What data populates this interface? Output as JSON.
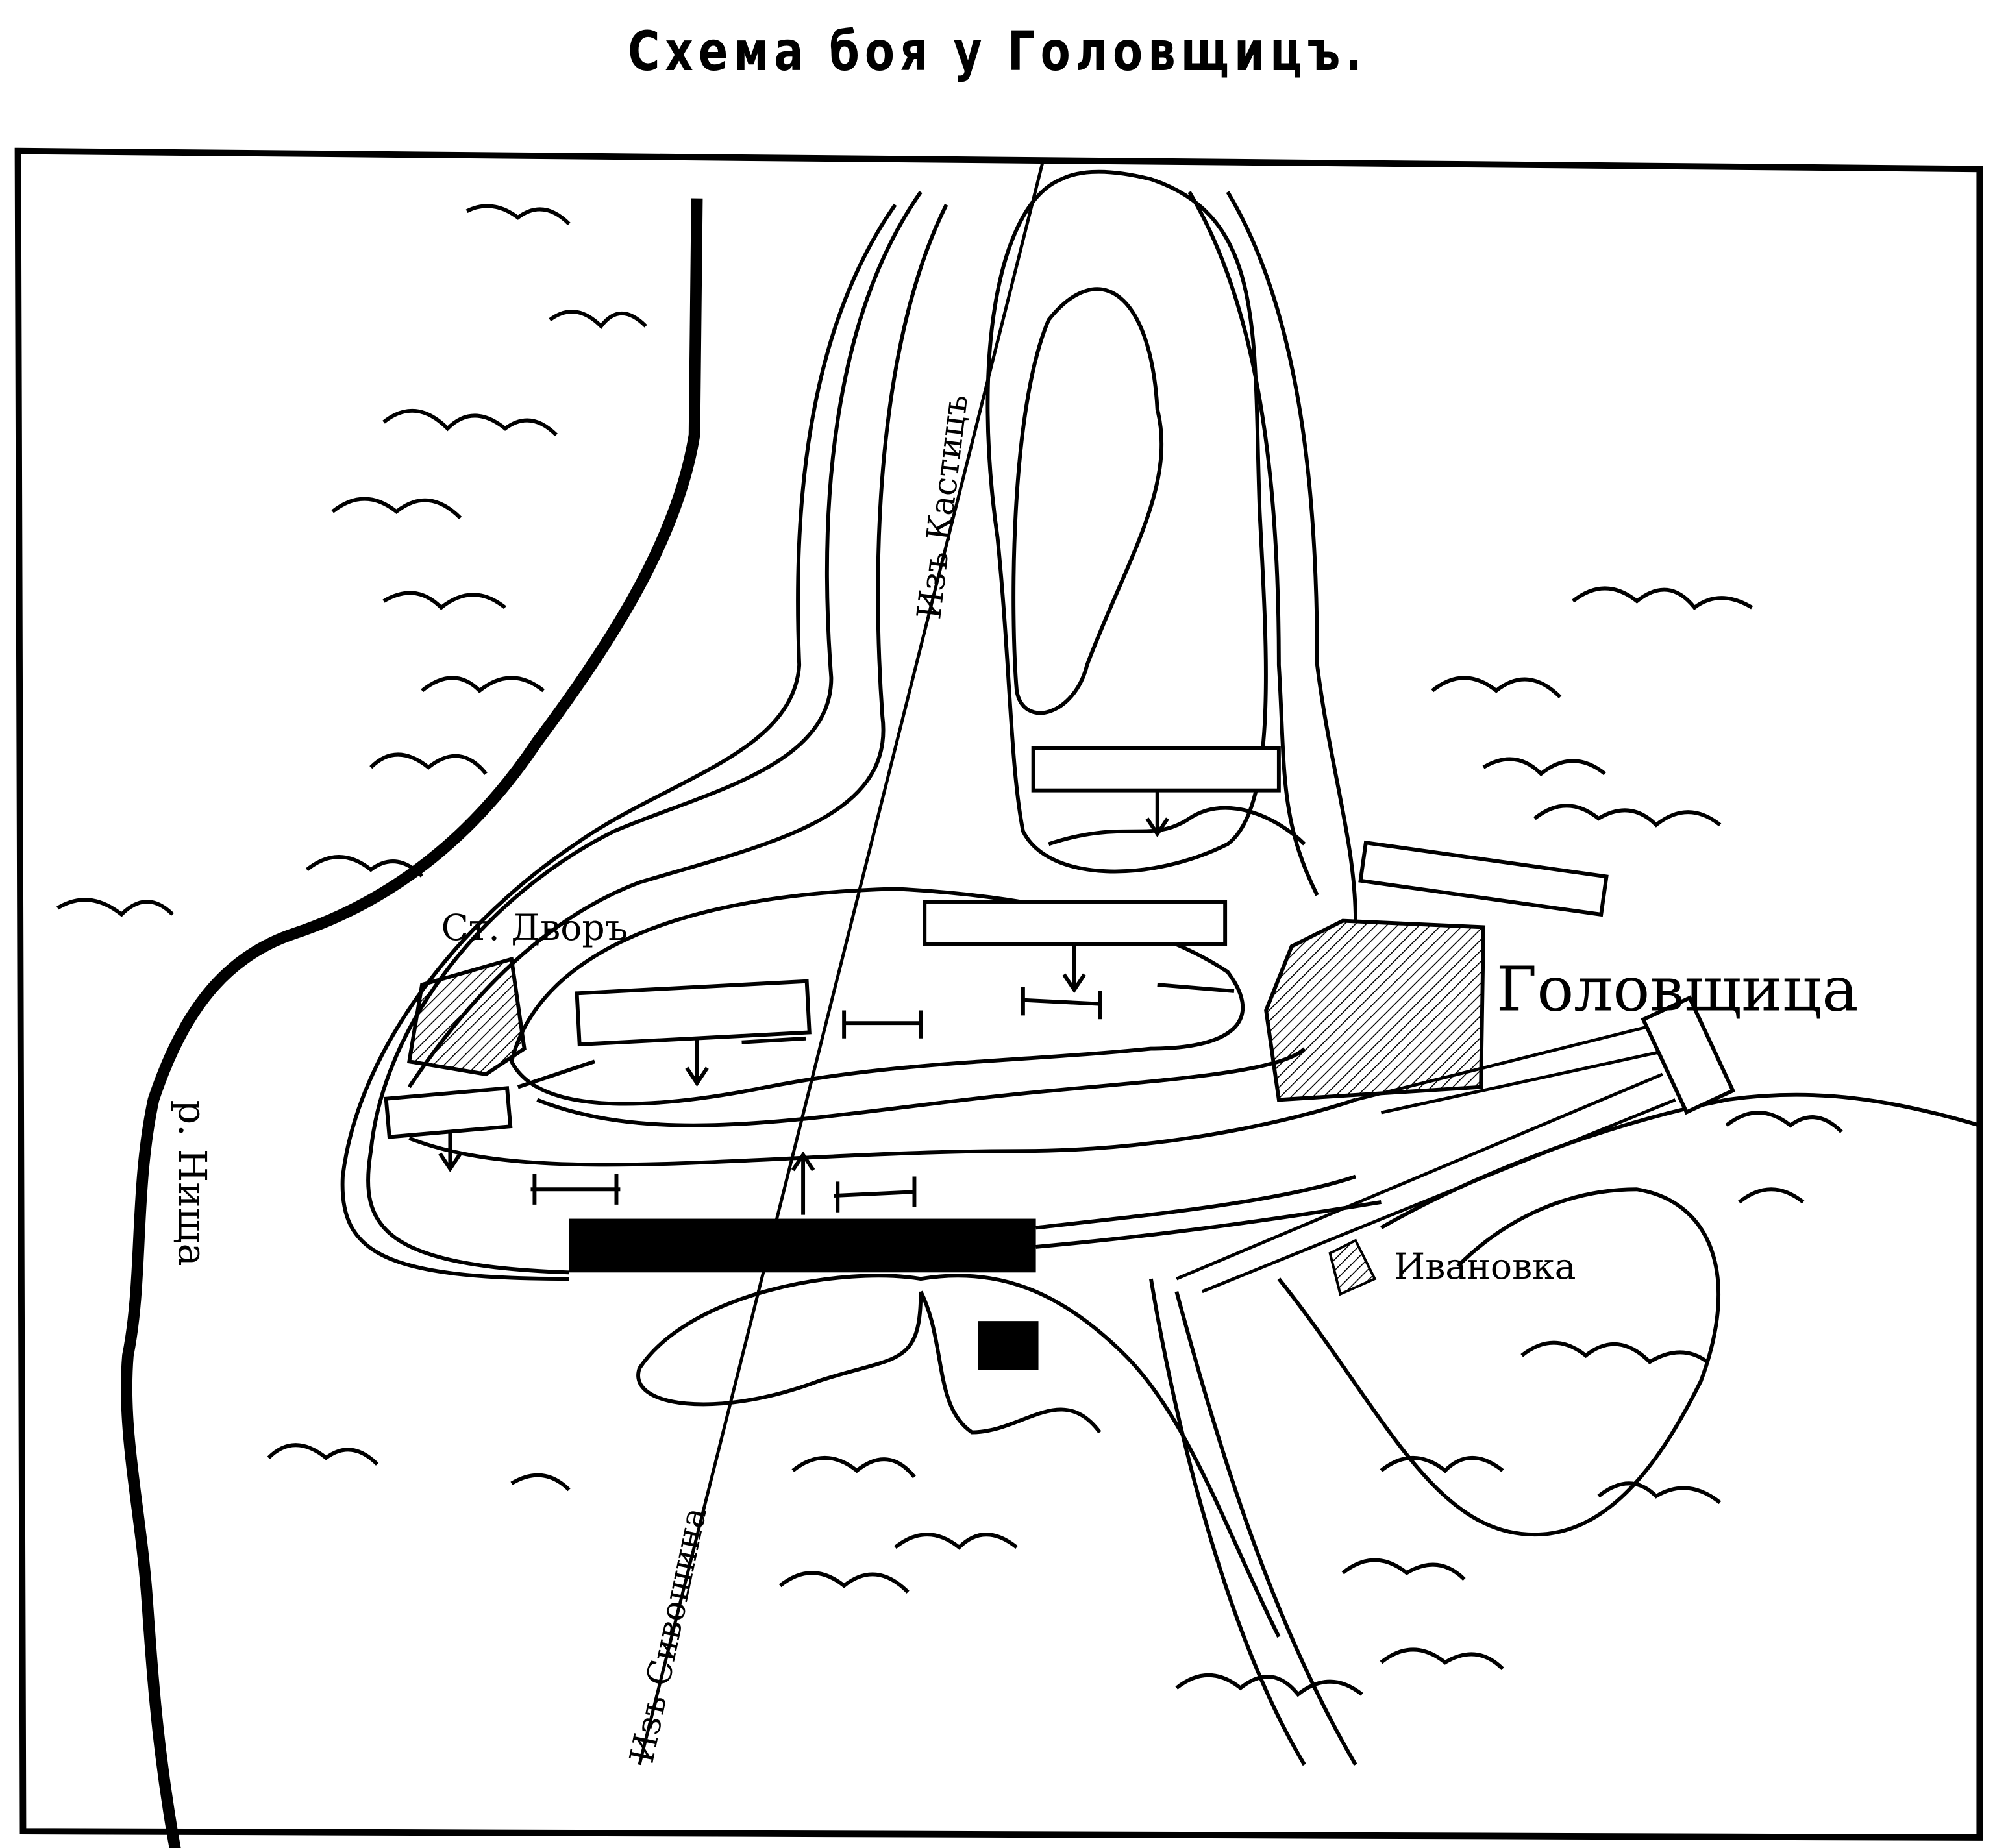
{
  "title": "Схема боя у Головщицъ.",
  "labels": {
    "village_main": "Головщица",
    "village_old": "Ст. Дворъ",
    "village_small": "Ивановка",
    "river": "р. Нища",
    "road_north": "Изъ Кастицъ",
    "road_south": "Изъ Сивошина"
  },
  "colors": {
    "ink": "#000000",
    "paper": "#ffffff"
  }
}
